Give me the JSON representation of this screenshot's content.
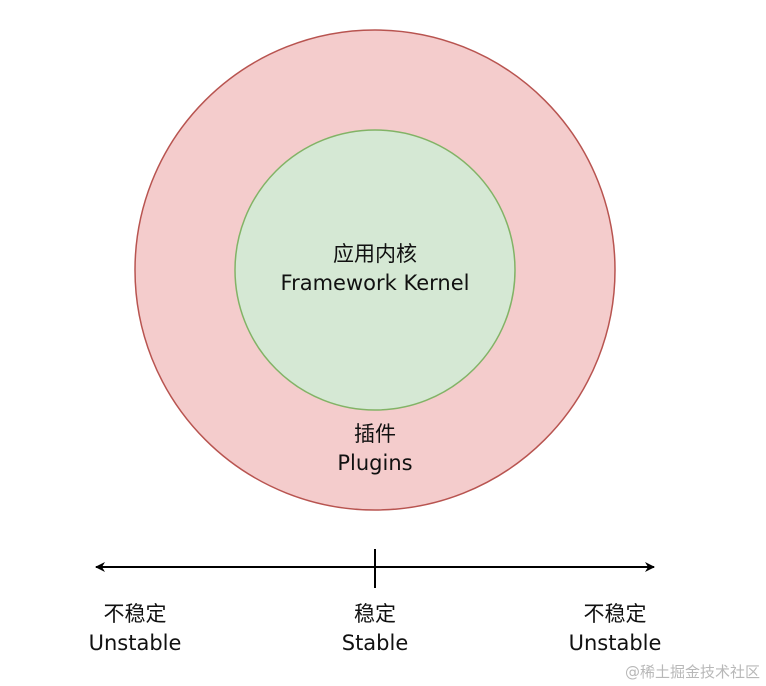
{
  "colors": {
    "outer_fill": "#f4cccc",
    "outer_stroke": "#b85450",
    "inner_fill": "#d5e8d4",
    "inner_stroke": "#82b366",
    "axis": "#000000",
    "text": "#111111"
  },
  "kernel": {
    "title_zh": "应用内核",
    "title_en": "Framework Kernel"
  },
  "plugins": {
    "title_zh": "插件",
    "title_en": "Plugins"
  },
  "axis": {
    "left": {
      "zh": "不稳定",
      "en": "Unstable"
    },
    "middle": {
      "zh": "稳定",
      "en": "Stable"
    },
    "right": {
      "zh": "不稳定",
      "en": "Unstable"
    }
  },
  "watermark": "@稀土掘金技术社区"
}
